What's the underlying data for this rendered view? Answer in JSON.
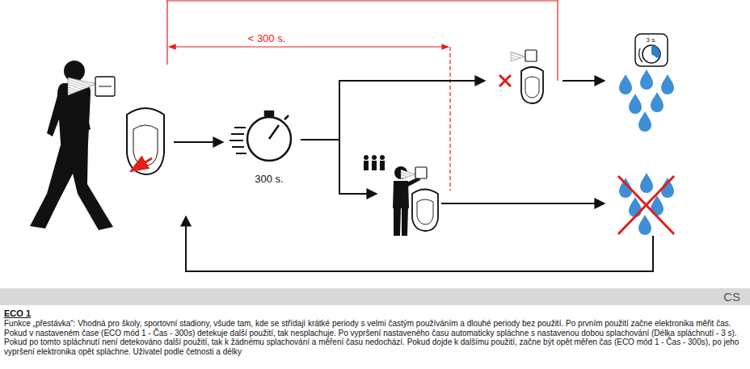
{
  "diagram": {
    "title": "ECO 1",
    "nodes": [
      {
        "text": [
          "300 s."
        ]
      },
      {
        "text": [
          "3 s."
        ]
      },
      {
        "text": [
          "CS"
        ]
      }
    ],
    "labels": [
      "< 300 s.",
      "Funkce „přestávka“: Vhodná pro školy, sportovní stadiony, všude tam, kde se střídají krátké periody s velmi častým používáním a dlouhé periody bez použití. Po prvním použití začne elektronika měřit čas. Pokud v nastaveném čase (ECO mód 1 - Čas - 300s) detekuje další použití, tak nesplachuje. Po vypršení nastaveného času automaticky spláchne s nastavenou dobou splachování (Délka spláchnutí - 3 s). Pokud po tomto spláchnutí není detekováno další použití, tak k žádnému splachování a měření času nedochází. Pokud dojde k dalšímu použití, začne být opět měřen čas (ECO mód 1 - Čas - 300s), po jeho vypršení elektronika opět spláchne. Uživatel podle četnosti a délky"
    ]
  }
}
